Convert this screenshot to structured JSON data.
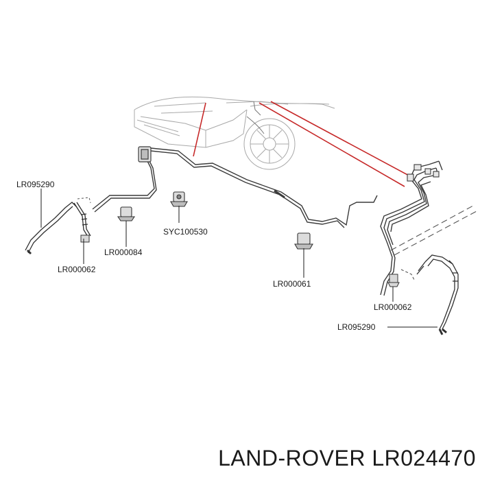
{
  "part_labels": {
    "hose_left": "LR095290",
    "clip_left": "LR000062",
    "bracket_left": "LR000084",
    "bracket_center": "SYC100530",
    "bracket_right": "LR000061",
    "clip_right": "LR000062",
    "hose_right": "LR095290"
  },
  "footer": {
    "brand": "LAND-ROVER",
    "part_number": "LR024470"
  },
  "colors": {
    "line": "#3a3a3a",
    "sketch": "#9a9a9a",
    "accent": "#c62828",
    "text": "#1a1a1a"
  }
}
